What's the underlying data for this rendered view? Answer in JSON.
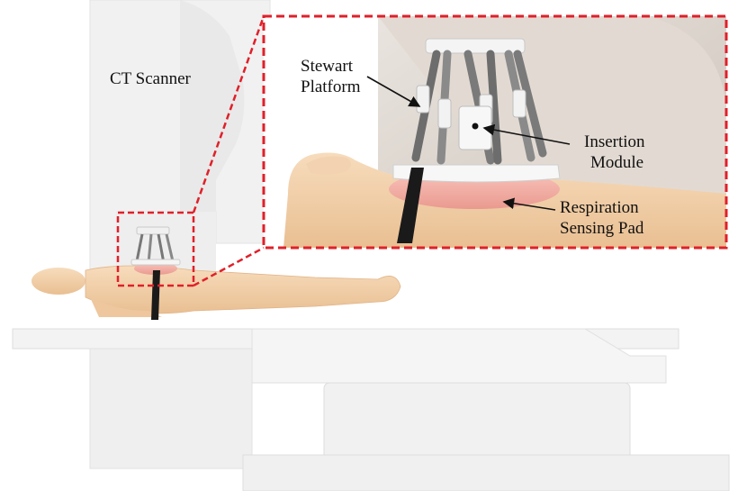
{
  "labels": {
    "ct_scanner": "CT Scanner",
    "stewart_line1": "Stewart",
    "stewart_line2": "Platform",
    "insertion_line1": "Insertion",
    "insertion_line2": "Module",
    "respiration_line1": "Respiration",
    "respiration_line2": "Sensing Pad"
  },
  "colors": {
    "highlight_box": "#e0202a",
    "skin": "#f4cfa6",
    "sensing_pad": "#f2a7a0",
    "strap": "#1a1a1a",
    "scanner_body": "#f3f3f3"
  }
}
